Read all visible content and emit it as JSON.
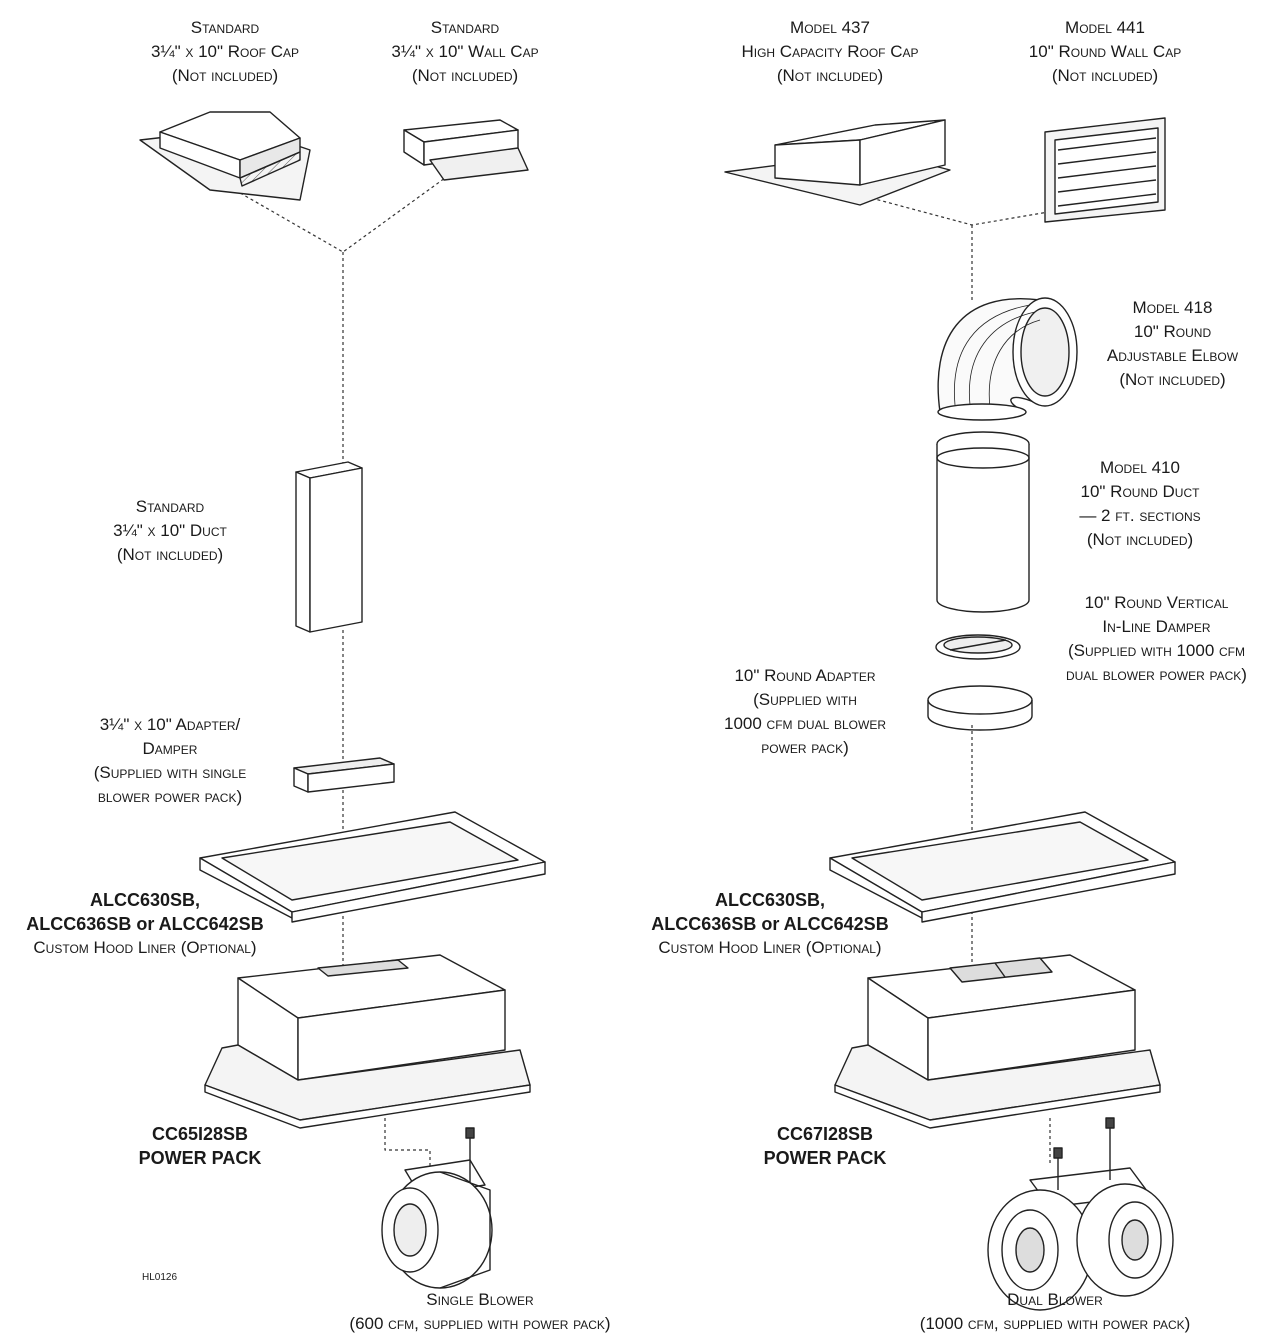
{
  "left": {
    "roof_cap": [
      "Standard",
      "3¼\" x 10\" Roof Cap",
      "(Not included)"
    ],
    "wall_cap": [
      "Standard",
      "3¼\" x 10\" Wall Cap",
      "(Not included)"
    ],
    "duct": [
      "Standard",
      "3¼\" x 10\" Duct",
      "(Not included)"
    ],
    "adapter": [
      "3¼\" x 10\" Adapter/",
      "Damper",
      "(Supplied with single",
      "blower power pack)"
    ],
    "liner_models": [
      "ALCC630SB,",
      "ALCC636SB or ALCC642SB"
    ],
    "liner_name": "Custom Hood Liner (Optional)",
    "power_pack": [
      "CC65I28SB",
      "POWER PACK"
    ],
    "blower": [
      "Single Blower",
      "(600 cfm, supplied with power pack)"
    ],
    "drawing_code": "HL0126"
  },
  "right": {
    "roof_cap": [
      "Model 437",
      "High Capacity Roof Cap",
      "(Not included)"
    ],
    "wall_cap": [
      "Model 441",
      "10\" Round Wall Cap",
      "(Not included)"
    ],
    "elbow": [
      "Model 418",
      "10\" Round",
      "Adjustable Elbow",
      "(Not included)"
    ],
    "duct": [
      "Model 410",
      "10\" Round Duct",
      "— 2 ft. sections",
      "(Not included)"
    ],
    "damper": [
      "10\" Round Vertical",
      "In-Line Damper",
      "(Supplied with 1000 cfm",
      "dual blower power pack)"
    ],
    "adapter": [
      "10\" Round Adapter",
      "(Supplied with",
      "1000 cfm dual blower",
      "power pack)"
    ],
    "liner_models": [
      "ALCC630SB,",
      "ALCC636SB or ALCC642SB"
    ],
    "liner_name": "Custom Hood Liner (Optional)",
    "power_pack": [
      "CC67I28SB",
      "POWER PACK"
    ],
    "blower": [
      "Dual Blower",
      "(1000 cfm, supplied with power pack)"
    ]
  }
}
